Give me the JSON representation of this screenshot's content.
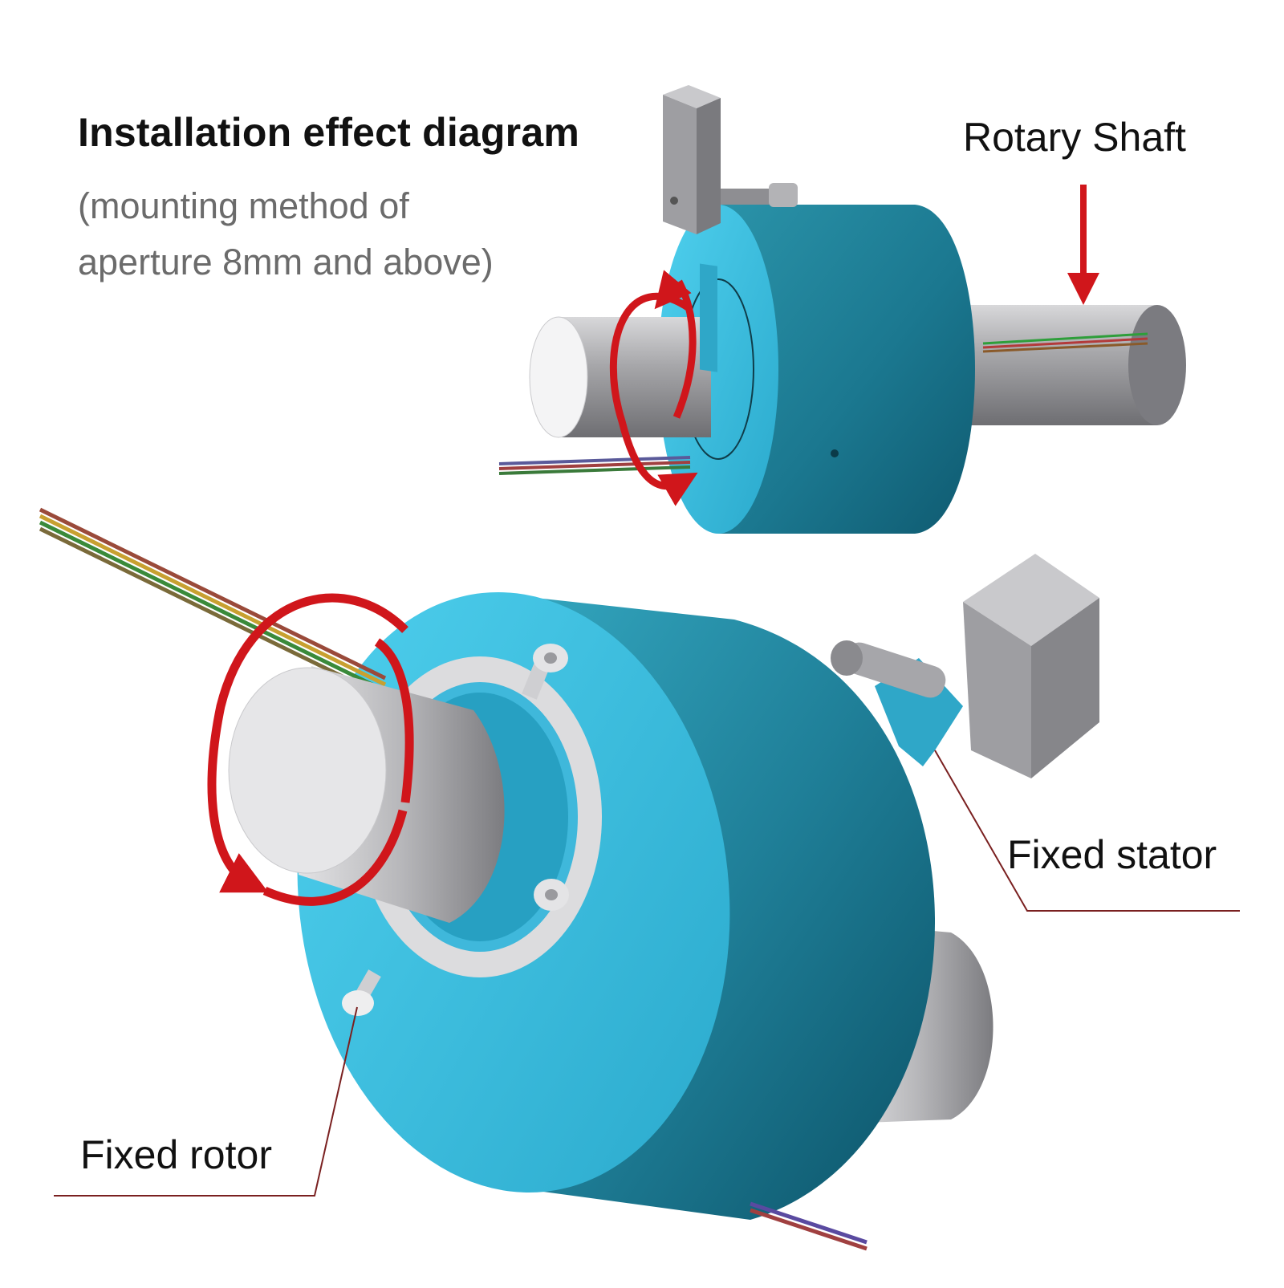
{
  "diagram": {
    "title": "Installation effect diagram",
    "subtitle_lines": [
      "(mounting method of",
      "aperture 8mm and above)"
    ],
    "labels": {
      "rotary_shaft": "Rotary Shaft",
      "fixed_stator": "Fixed stator",
      "fixed_rotor": "Fixed rotor"
    }
  },
  "colors": {
    "housing": "#1e7f96",
    "end_face": "#39bfe0",
    "shaft": "#8f8f92",
    "arrow": "#d0161b",
    "leader_line": "#7a2020",
    "bracket": "#a3a3a3"
  }
}
